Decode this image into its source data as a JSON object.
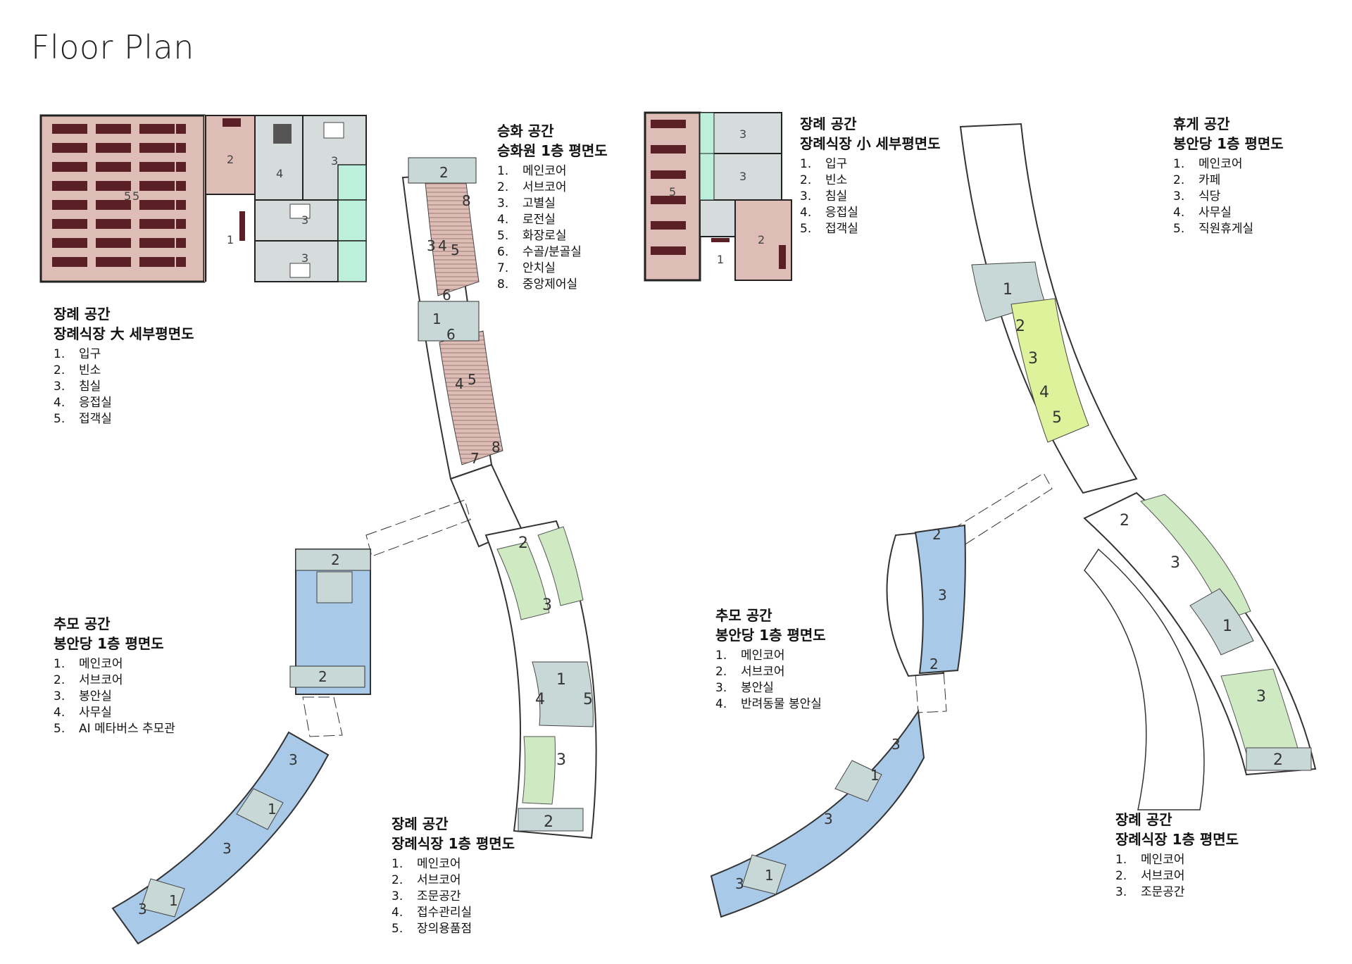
{
  "page": {
    "title": "Floor Plan"
  },
  "colors": {
    "pink": "#dfbdb7",
    "grey": "#d6dcdc",
    "teal": "#c7d8d6",
    "green": "#cfe9c3",
    "lime": "#ddf29a",
    "blue": "#a9c9e8",
    "mint": "#bdf0dc",
    "furniture": "#5a2026",
    "wall": "#222222"
  },
  "legends": [
    {
      "id": "funeral-large-detail",
      "category": "장례 공간",
      "title": "장례식장 大 세부평면도",
      "items": [
        {
          "num": "1.",
          "label": "입구"
        },
        {
          "num": "2.",
          "label": "빈소"
        },
        {
          "num": "3.",
          "label": "침실"
        },
        {
          "num": "4.",
          "label": "응접실"
        },
        {
          "num": "5.",
          "label": "접객실"
        }
      ]
    },
    {
      "id": "cremation",
      "category": "승화 공간",
      "title": "승화원 1층 평면도",
      "items": [
        {
          "num": "1.",
          "label": "메인코어"
        },
        {
          "num": "2.",
          "label": "서브코어"
        },
        {
          "num": "3.",
          "label": "고별실"
        },
        {
          "num": "4.",
          "label": "로전실"
        },
        {
          "num": "5.",
          "label": "화장로실"
        },
        {
          "num": "6.",
          "label": "수골/분골실"
        },
        {
          "num": "7.",
          "label": "안치실"
        },
        {
          "num": "8.",
          "label": "중앙제어실"
        }
      ]
    },
    {
      "id": "funeral-small-detail",
      "category": "장례 공간",
      "title": "장례식장 小 세부평면도",
      "items": [
        {
          "num": "1.",
          "label": "입구"
        },
        {
          "num": "2.",
          "label": "빈소"
        },
        {
          "num": "3.",
          "label": "침실"
        },
        {
          "num": "4.",
          "label": "응접실"
        },
        {
          "num": "5.",
          "label": "접객실"
        }
      ]
    },
    {
      "id": "rest",
      "category": "휴게 공간",
      "title": "봉안당 1층 평면도",
      "items": [
        {
          "num": "1.",
          "label": "메인코어"
        },
        {
          "num": "2.",
          "label": "카페"
        },
        {
          "num": "3.",
          "label": "식당"
        },
        {
          "num": "4.",
          "label": "사무실"
        },
        {
          "num": "5.",
          "label": "직원휴게실"
        }
      ]
    },
    {
      "id": "memorial-left",
      "category": "추모 공간",
      "title": "봉안당 1층 평면도",
      "items": [
        {
          "num": "1.",
          "label": "메인코어"
        },
        {
          "num": "2.",
          "label": "서브코어"
        },
        {
          "num": "3.",
          "label": "봉안실"
        },
        {
          "num": "4.",
          "label": "사무실"
        },
        {
          "num": "5.",
          "label": "AI 메타버스 추모관"
        }
      ]
    },
    {
      "id": "memorial-right",
      "category": "추모 공간",
      "title": "봉안당 1층 평면도",
      "items": [
        {
          "num": "1.",
          "label": "메인코어"
        },
        {
          "num": "2.",
          "label": "서브코어"
        },
        {
          "num": "3.",
          "label": "봉안실"
        },
        {
          "num": "4.",
          "label": "반려동물 봉안실"
        }
      ]
    },
    {
      "id": "funeral-hall-center",
      "category": "장례 공간",
      "title": "장례식장 1층 평면도",
      "items": [
        {
          "num": "1.",
          "label": "메인코어"
        },
        {
          "num": "2.",
          "label": "서브코어"
        },
        {
          "num": "3.",
          "label": "조문공간"
        },
        {
          "num": "4.",
          "label": "접수관리실"
        },
        {
          "num": "5.",
          "label": "장의용품점"
        }
      ]
    },
    {
      "id": "funeral-hall-right",
      "category": "장례 공간",
      "title": "장례식장 1층 평면도",
      "items": [
        {
          "num": "1.",
          "label": "메인코어"
        },
        {
          "num": "2.",
          "label": "서브코어"
        },
        {
          "num": "3.",
          "label": "조문공간"
        }
      ]
    }
  ],
  "room_labels": {
    "large": [
      "1",
      "2",
      "3",
      "3",
      "3",
      "4",
      "5",
      "5"
    ],
    "small": [
      "1",
      "2",
      "3",
      "3",
      "5"
    ],
    "cremation": [
      "1",
      "2",
      "3",
      "4",
      "5",
      "6",
      "6",
      "7",
      "8",
      "8",
      "4",
      "5"
    ],
    "hall_center": [
      "1",
      "2",
      "2",
      "3",
      "3",
      "4",
      "5"
    ],
    "memorial_left": [
      "1",
      "1",
      "2",
      "2",
      "3",
      "3",
      "3"
    ],
    "rest": [
      "1",
      "2",
      "3",
      "4",
      "5"
    ],
    "hall_right": [
      "1",
      "2",
      "2",
      "3",
      "3"
    ],
    "memorial_right": [
      "1",
      "1",
      "2",
      "2",
      "3",
      "3",
      "3",
      "3"
    ]
  }
}
